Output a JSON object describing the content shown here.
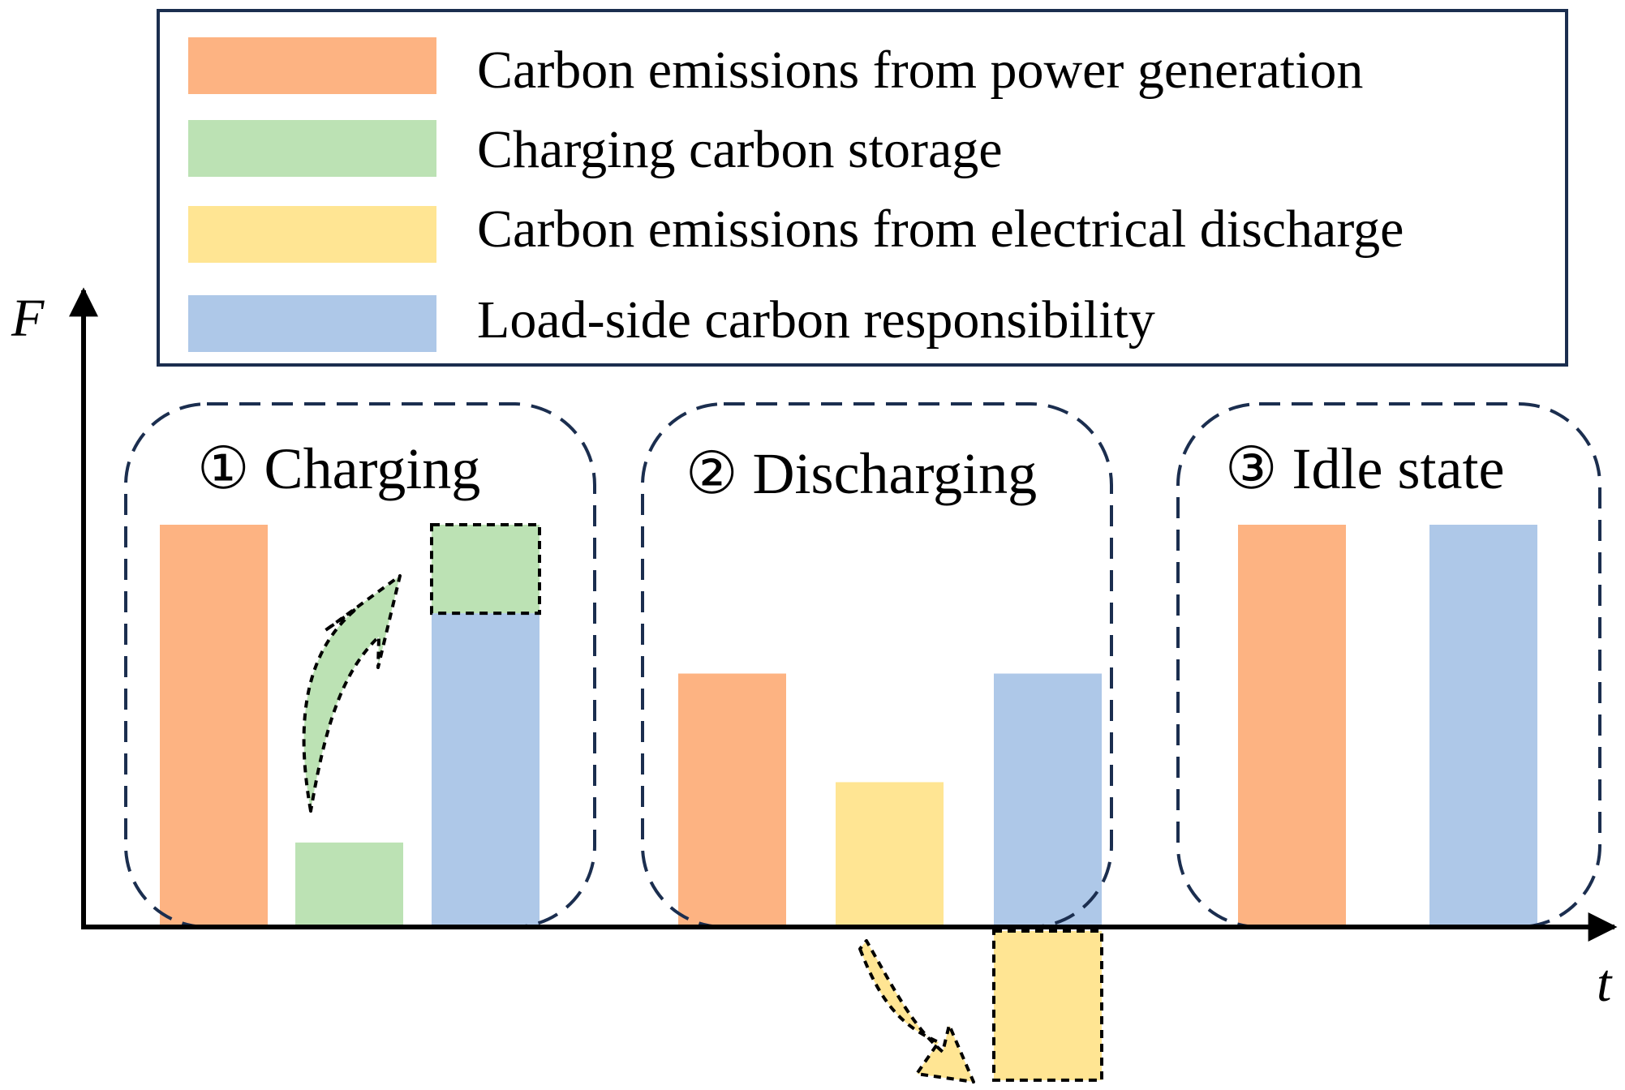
{
  "colors": {
    "generation": "#FDB382",
    "charging_storage": "#BCE2B4",
    "discharge": "#FFE593",
    "load": "#AEC8E8",
    "frame": "#1B2E4F",
    "axis": "#000000"
  },
  "legend": {
    "items": [
      {
        "key": "generation",
        "label": "Carbon emissions from power generation"
      },
      {
        "key": "charging_storage",
        "label": "Charging carbon storage"
      },
      {
        "key": "discharge",
        "label": "Carbon emissions from electrical discharge"
      },
      {
        "key": "load",
        "label": "Load-side carbon responsibility"
      }
    ]
  },
  "axes": {
    "y_label": "F",
    "x_label": "t"
  },
  "states": [
    {
      "label": "① Charging"
    },
    {
      "label": "② Discharging"
    },
    {
      "label": "③  Idle state"
    }
  ],
  "chart_data": {
    "type": "bar",
    "note_values": "relative magnitudes, full height = 1.0",
    "groups": [
      {
        "state": "① Charging",
        "bars": [
          {
            "key": "generation",
            "value": 1.0
          },
          {
            "key": "charging_storage",
            "value": 0.21
          },
          {
            "key": "load",
            "value": 0.78,
            "stack_dashed": {
              "key": "charging_storage",
              "value": 0.22
            }
          }
        ]
      },
      {
        "state": "② Discharging",
        "bars": [
          {
            "key": "generation",
            "value": 0.63
          },
          {
            "key": "discharge",
            "value": 0.36
          },
          {
            "key": "load",
            "value": 0.63,
            "below_axis_dashed": {
              "key": "discharge",
              "value": 0.36
            }
          }
        ]
      },
      {
        "state": "③  Idle state",
        "bars": [
          {
            "key": "generation",
            "value": 1.0
          },
          {
            "key": "load",
            "value": 1.0
          }
        ]
      }
    ]
  }
}
